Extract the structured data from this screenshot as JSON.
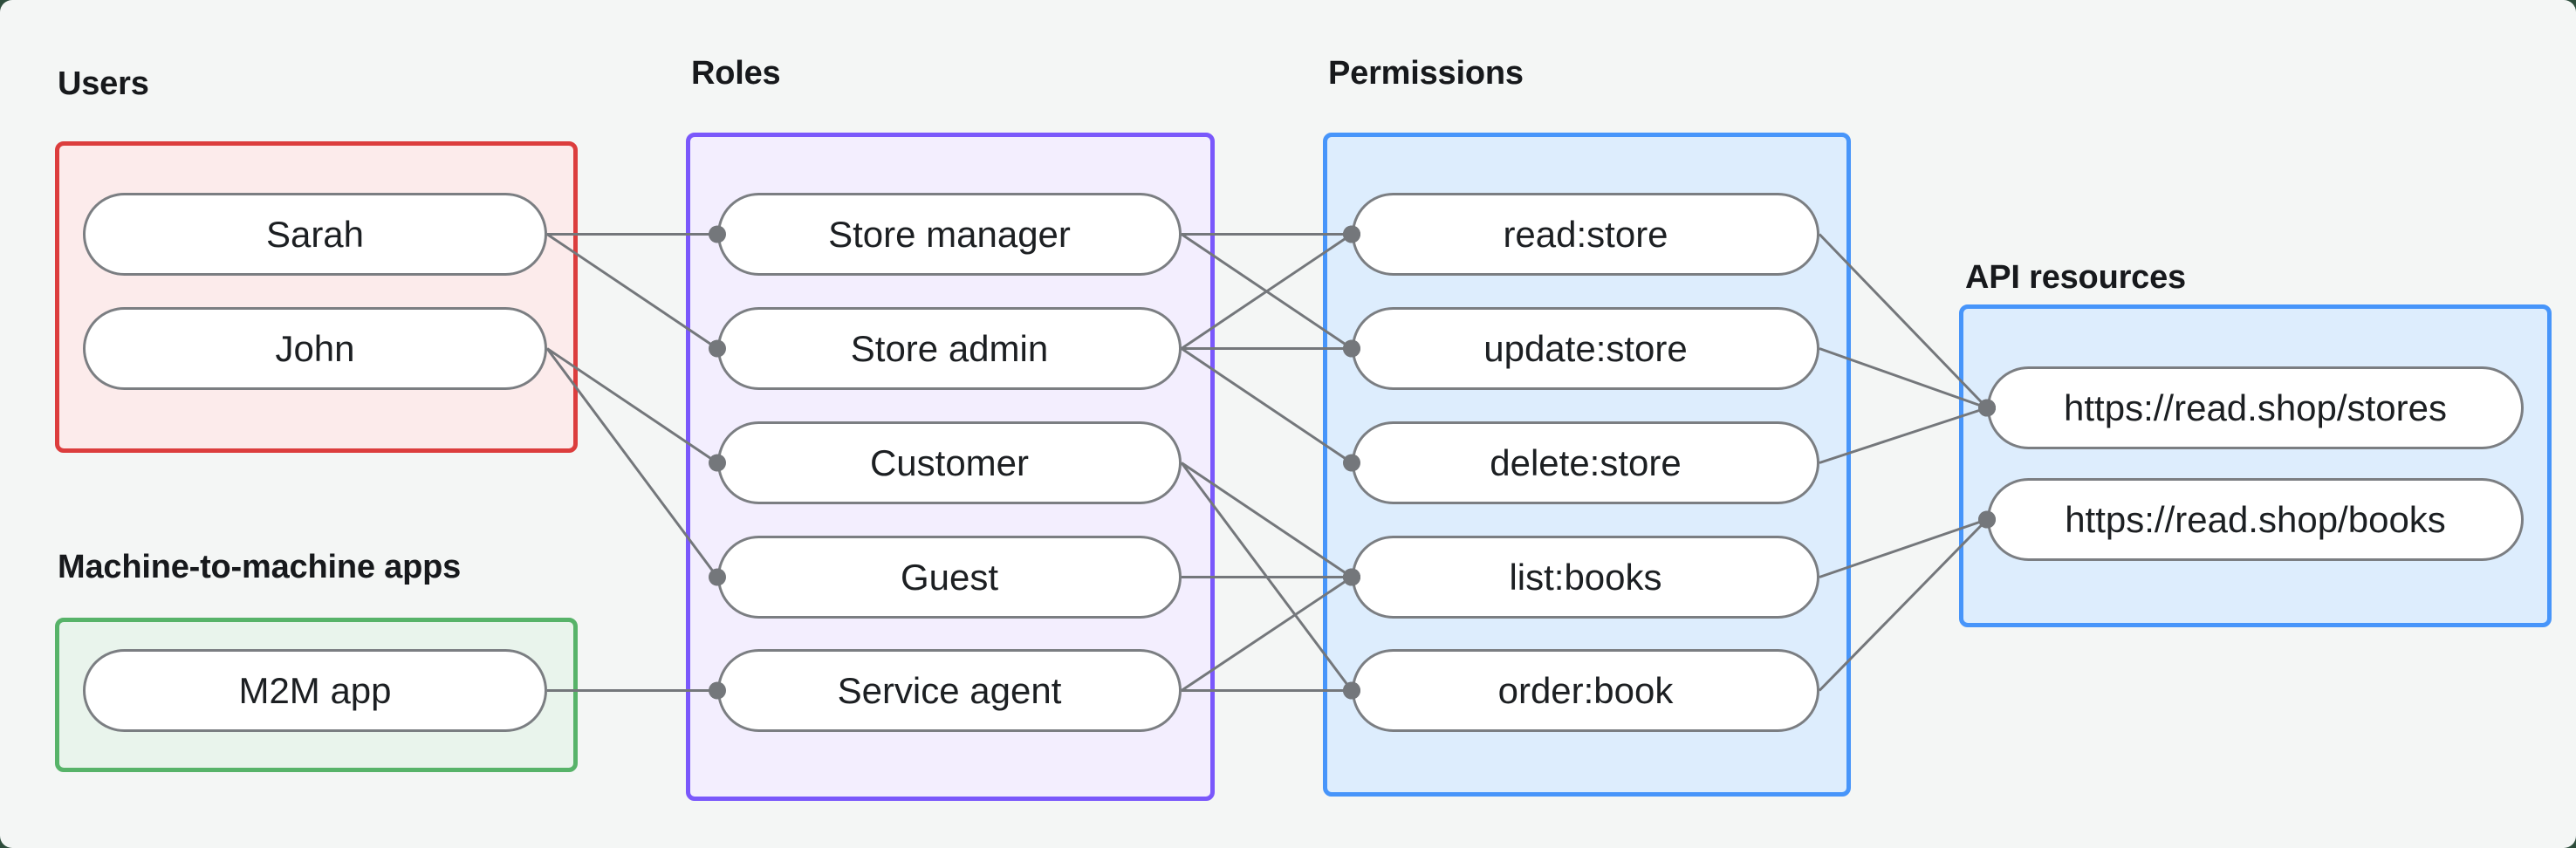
{
  "style": {
    "canvas_bg": "#f4f6f5",
    "outside_bg": "#2e4d3c",
    "pill_fill": "#ffffff",
    "pill_border": "#7b7e82",
    "pill_text": "#1c1f22",
    "label_text": "#17191c",
    "edge_color": "#74777b"
  },
  "groups": {
    "users": {
      "label": "Users",
      "border": "#dc3d3d",
      "fill": "#fcebeb",
      "nodes": [
        {
          "id": "sarah",
          "label": "Sarah"
        },
        {
          "id": "john",
          "label": "John"
        }
      ]
    },
    "m2m": {
      "label": "Machine-to-machine apps",
      "border": "#57b369",
      "fill": "#e9f4ec",
      "nodes": [
        {
          "id": "m2m-app",
          "label": "M2M app"
        }
      ]
    },
    "roles": {
      "label": "Roles",
      "border": "#7a58fb",
      "fill": "#f3eefe",
      "nodes": [
        {
          "id": "store-manager",
          "label": "Store manager"
        },
        {
          "id": "store-admin",
          "label": "Store admin"
        },
        {
          "id": "customer",
          "label": "Customer"
        },
        {
          "id": "guest",
          "label": "Guest"
        },
        {
          "id": "service-agent",
          "label": "Service agent"
        }
      ]
    },
    "permissions": {
      "label": "Permissions",
      "border": "#4795fa",
      "fill": "#ddedfd",
      "nodes": [
        {
          "id": "read-store",
          "label": "read:store"
        },
        {
          "id": "update-store",
          "label": "update:store"
        },
        {
          "id": "delete-store",
          "label": "delete:store"
        },
        {
          "id": "list-books",
          "label": "list:books"
        },
        {
          "id": "order-book",
          "label": "order:book"
        }
      ]
    },
    "api": {
      "label": "API resources",
      "border": "#4795fa",
      "fill": "#ddedfd",
      "nodes": [
        {
          "id": "stores-api",
          "label": "https://read.shop/stores"
        },
        {
          "id": "books-api",
          "label": "https://read.shop/books"
        }
      ]
    }
  },
  "edges": [
    {
      "from": "sarah",
      "to": "store-manager"
    },
    {
      "from": "sarah",
      "to": "store-admin"
    },
    {
      "from": "john",
      "to": "customer"
    },
    {
      "from": "john",
      "to": "guest"
    },
    {
      "from": "m2m-app",
      "to": "service-agent"
    },
    {
      "from": "store-manager",
      "to": "read-store"
    },
    {
      "from": "store-manager",
      "to": "update-store"
    },
    {
      "from": "store-admin",
      "to": "read-store"
    },
    {
      "from": "store-admin",
      "to": "update-store"
    },
    {
      "from": "store-admin",
      "to": "delete-store"
    },
    {
      "from": "customer",
      "to": "list-books"
    },
    {
      "from": "customer",
      "to": "order-book"
    },
    {
      "from": "guest",
      "to": "list-books"
    },
    {
      "from": "service-agent",
      "to": "list-books"
    },
    {
      "from": "service-agent",
      "to": "order-book"
    },
    {
      "from": "read-store",
      "to": "stores-api"
    },
    {
      "from": "update-store",
      "to": "stores-api"
    },
    {
      "from": "delete-store",
      "to": "stores-api"
    },
    {
      "from": "list-books",
      "to": "books-api"
    },
    {
      "from": "order-book",
      "to": "books-api"
    }
  ]
}
